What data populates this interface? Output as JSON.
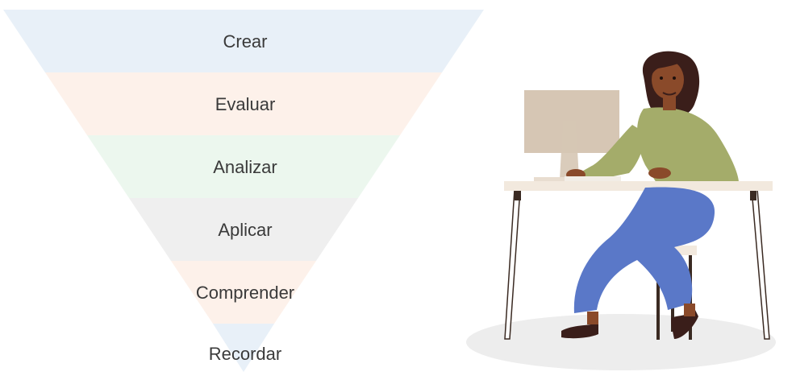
{
  "pyramid": {
    "levels": [
      {
        "label": "Crear",
        "color": "#E8F0F8"
      },
      {
        "label": "Evaluar",
        "color": "#FDF1EA"
      },
      {
        "label": "Analizar",
        "color": "#ECF7EE"
      },
      {
        "label": "Aplicar",
        "color": "#EFEFEF"
      },
      {
        "label": "Comprender",
        "color": "#FDF1EA"
      },
      {
        "label": "Recordar",
        "color": "#E8F0F8"
      }
    ]
  },
  "illustration": {
    "name": "woman-working-at-desk",
    "colors": {
      "sweater": "#A4AC6A",
      "pants": "#5A78C8",
      "skin": "#8A4A2A",
      "hair": "#3A1E1A",
      "monitor": "#D6C6B4",
      "desk": "#F2E9DE",
      "shadow": "#EDEDED"
    }
  }
}
